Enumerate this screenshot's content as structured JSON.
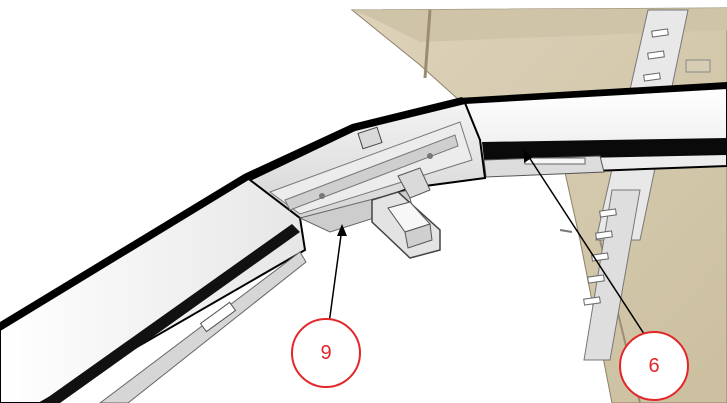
{
  "callouts": [
    {
      "id": "callout-9",
      "label": "9"
    },
    {
      "id": "callout-6",
      "label": "6"
    }
  ],
  "colors": {
    "callout_ring": "#e3262a",
    "callout_text": "#e3262a",
    "leader_line": "#000000",
    "background_panel": "#d9cfb5",
    "rail_light": "#f1f1f1",
    "rail_shadow": "#c9c9c9",
    "edge": "#000000"
  }
}
